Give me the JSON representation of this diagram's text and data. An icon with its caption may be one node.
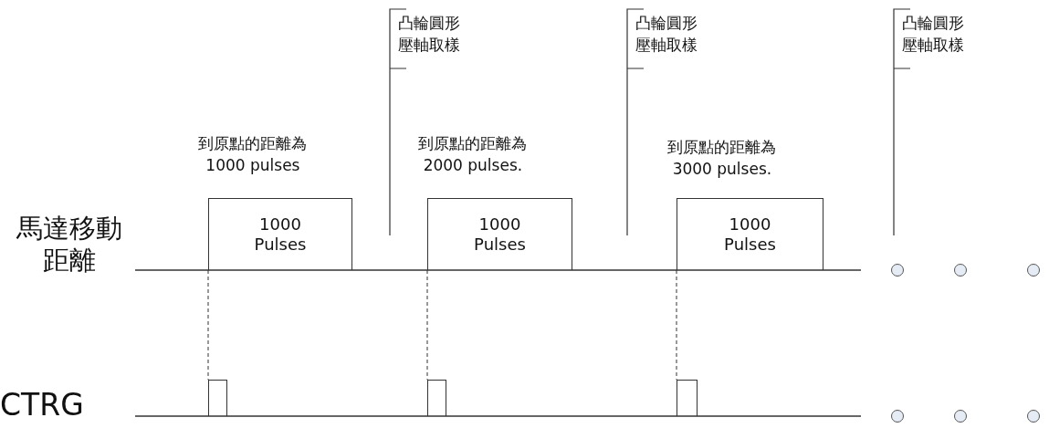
{
  "diagram": {
    "nodes": [
      {
        "text": [
          "1000 Pulses"
        ],
        "beside": [
          "到原點的距離為 1000 pulses"
        ]
      },
      {
        "text": [],
        "shape": "bar"
      },
      {
        "text": [
          "1000 Pulses"
        ],
        "beside": [
          "到原點的距離為 2000 pulses."
        ]
      },
      {
        "text": [],
        "shape": "bar"
      },
      {
        "text": [
          "1000 Pulses"
        ],
        "beside": [
          "到原點的距離為 3000 pulses."
        ]
      },
      {
        "text": [],
        "shape": "bar"
      }
    ],
    "edges": [
      {
        "from": 0,
        "to": 1,
        "arrow": "none",
        "style": "dashed"
      },
      {
        "from": 2,
        "to": 3,
        "arrow": "none",
        "style": "dashed"
      },
      {
        "from": 4,
        "to": 5,
        "arrow": "none",
        "style": "dashed"
      }
    ],
    "labels": [
      "凸輪圓形壓軸取樣",
      "凸輪圓形壓軸取樣",
      "凸輪圓形壓軸取樣",
      "馬達移動距離",
      "CTRG"
    ]
  }
}
